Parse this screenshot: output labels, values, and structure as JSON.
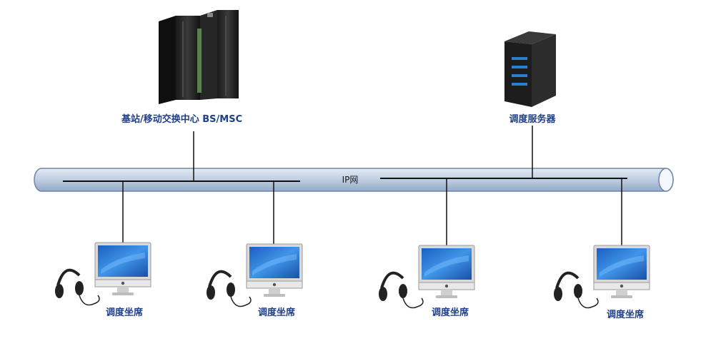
{
  "network": {
    "label": "IP网"
  },
  "nodes": {
    "bs_msc": {
      "label": "基站/移动交换中心 BS/MSC",
      "icon": "rack-server-icon"
    },
    "dispatch_server": {
      "label": "调度服务器",
      "icon": "tower-server-icon"
    }
  },
  "seats": [
    {
      "label": "调度坐席",
      "icon": "workstation-icon"
    },
    {
      "label": "调度坐席",
      "icon": "workstation-icon"
    },
    {
      "label": "调度坐席",
      "icon": "workstation-icon"
    },
    {
      "label": "调度坐席",
      "icon": "workstation-icon"
    }
  ],
  "colors": {
    "pipe_fill": "#c6d3e6",
    "pipe_stroke": "#6f86a8",
    "label_blue": "#1f3f88",
    "screen_blue": "#2a78d6"
  }
}
